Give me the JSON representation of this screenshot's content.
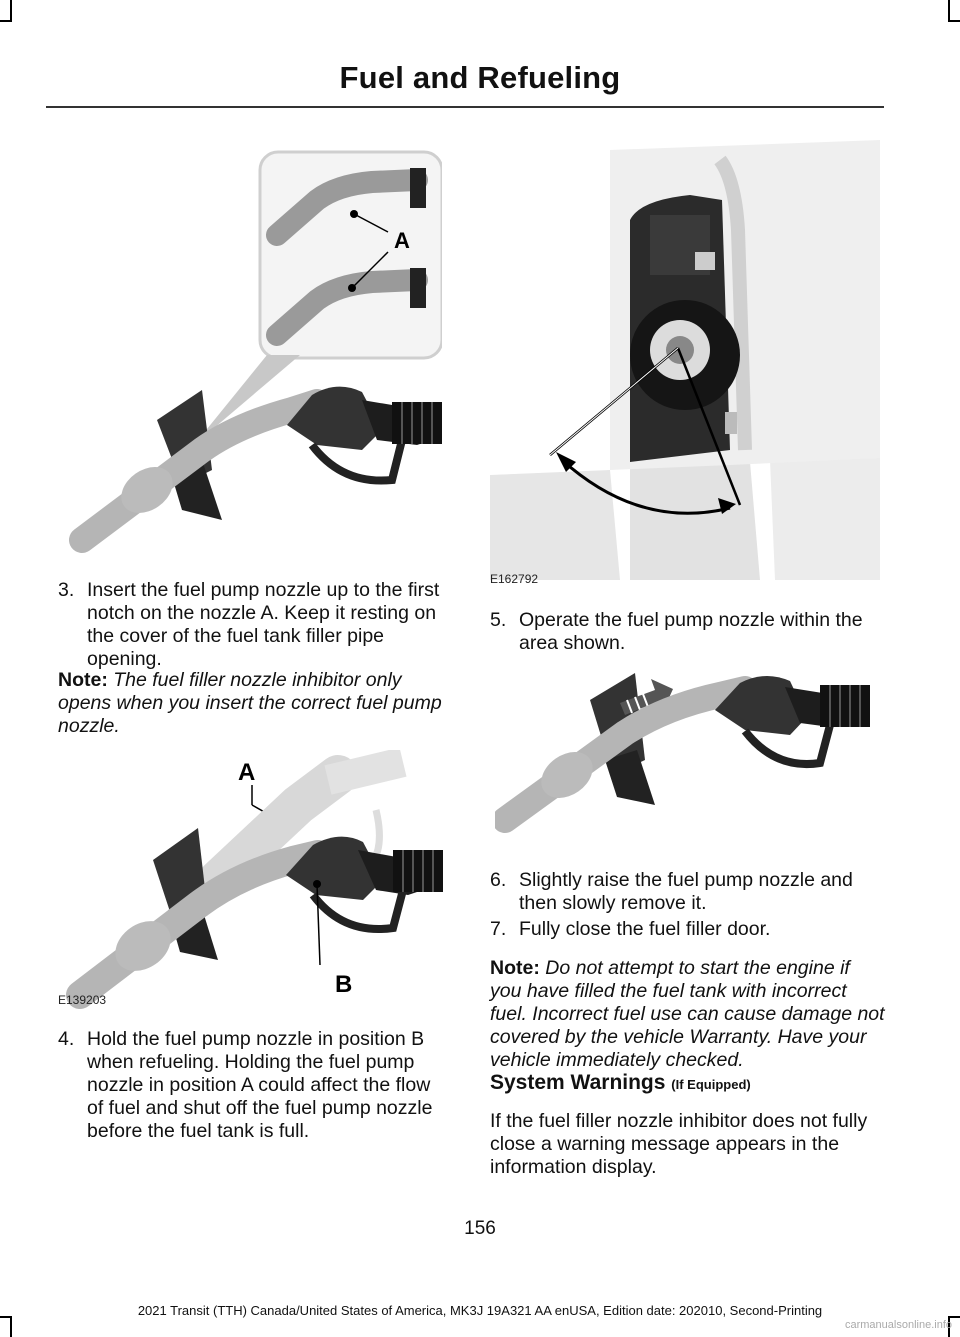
{
  "header": {
    "title": "Fuel and Refueling"
  },
  "figures": {
    "top_left": {
      "callout_a": "A"
    },
    "top_right": {
      "code": "E162792"
    },
    "middle_left": {
      "callout_a": "A",
      "callout_b": "B",
      "code": "E139203"
    }
  },
  "steps": [
    {
      "num": "3.",
      "text": "Insert the fuel pump nozzle up to the first notch on the nozzle A.  Keep it resting on the cover of the fuel tank filler pipe opening."
    },
    {
      "num": "4.",
      "text": "Hold the fuel pump nozzle in position B when refueling.  Holding the fuel pump nozzle in position A could affect the flow of fuel and shut off the fuel pump nozzle before the fuel tank is full."
    },
    {
      "num": "5.",
      "text": "Operate the fuel pump nozzle within the area shown."
    },
    {
      "num": "6.",
      "text": "Slightly raise the fuel pump nozzle and then slowly remove it."
    },
    {
      "num": "7.",
      "text": "Fully close the fuel filler door."
    }
  ],
  "notes": [
    {
      "label": "Note:",
      "text": "The fuel filler nozzle inhibitor only opens when you insert the correct fuel pump nozzle."
    },
    {
      "label": "Note:",
      "text": "Do not attempt to start the engine if you have filled the fuel tank with incorrect fuel.  Incorrect fuel use can cause damage not covered by the vehicle Warranty. Have your vehicle immediately checked."
    }
  ],
  "section": {
    "title": "System Warnings",
    "suffix": "(If Equipped)"
  },
  "paragraph": "If the fuel filler nozzle inhibitor does not fully close a warning message appears in the information display.",
  "page_number": "156",
  "footer": "2021 Transit (TTH) Canada/United States of America, MK3J 19A321 AA enUSA, Edition date: 202010, Second-Printing",
  "watermark": "carmanualsonline.info"
}
